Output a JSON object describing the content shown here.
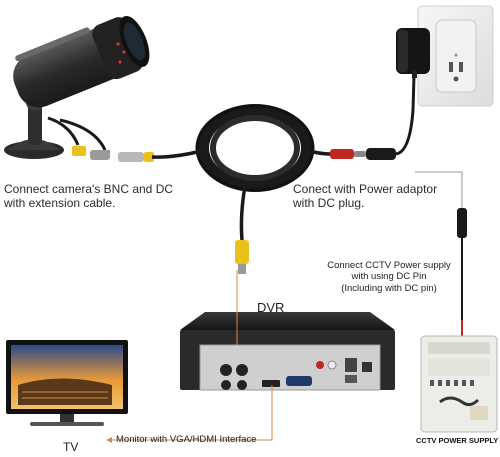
{
  "labels": {
    "camera_caption": "Connect camera's BNC and DC\nwith extension cable.",
    "adaptor_caption": "Conect with Power adaptor\nwith DC plug.",
    "psu_caption": "Connect CCTV Power supply\nwith using DC Pin\n(Including with DC pin)",
    "dvr_label": "DVR",
    "tv_label": "TV",
    "monitor_caption": "Monitor with VGA/HDMI Interface",
    "psu_label": "CCTV POWER SUPPLY"
  },
  "colors": {
    "cable": "#1a1a1a",
    "bnc_yellow": "#e8c21a",
    "dc_red": "#c0281f",
    "connection_line": "#d9894a",
    "guide_line": "#9a9a9a"
  },
  "icons": [
    "bullet-camera-icon",
    "cable-coil-icon",
    "wall-outlet-icon",
    "power-adaptor-icon",
    "dvr-icon",
    "tv-icon",
    "power-supply-box-icon"
  ]
}
